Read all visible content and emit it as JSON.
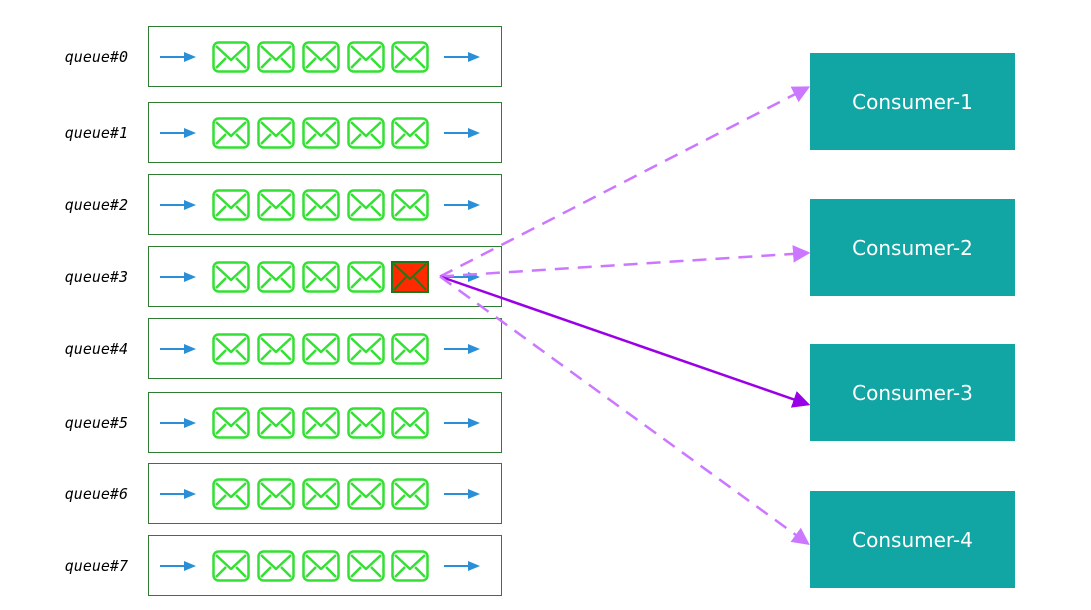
{
  "queues": [
    {
      "label": "queue#0"
    },
    {
      "label": "queue#1"
    },
    {
      "label": "queue#2"
    },
    {
      "label": "queue#3",
      "highlighted_message": 5
    },
    {
      "label": "queue#4"
    },
    {
      "label": "queue#5"
    },
    {
      "label": "queue#6"
    },
    {
      "label": "queue#7"
    }
  ],
  "messages_per_queue": 5,
  "consumers": [
    {
      "label": "Consumer-1",
      "link": "dashed"
    },
    {
      "label": "Consumer-2",
      "link": "dashed"
    },
    {
      "label": "Consumer-3",
      "link": "solid"
    },
    {
      "label": "Consumer-4",
      "link": "dashed"
    }
  ],
  "link_source_queue": "queue#3",
  "colors": {
    "queue_border": "#2e7d32",
    "envelope": "#33e033",
    "highlight_envelope_fill": "#ff2a00",
    "highlight_envelope_border": "#1a7a1a",
    "arrow": "#2a8fd6",
    "consumer_fill": "#11a5a3",
    "consumer_text": "#ffffff",
    "dashed_link": "#cc77ff",
    "solid_link": "#9a00e8"
  },
  "icons": {
    "envelope": "envelope-icon",
    "flow_arrow": "arrow-right-icon"
  }
}
